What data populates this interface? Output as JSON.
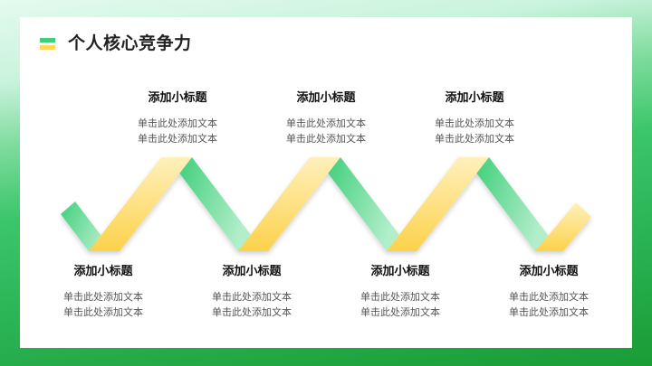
{
  "header": {
    "title": "个人核心竞争力",
    "icon": "two-bar-icon"
  },
  "colors": {
    "green": "#3fcf7a",
    "green_light": "#a6ebc4",
    "yellow": "#fcd95a",
    "yellow_light": "#fff0b8",
    "bg_top": "#e4faef",
    "bg_bottom": "#1a9c35"
  },
  "top_items": [
    {
      "title": "添加小标题",
      "line1": "单击此处添加文本",
      "line2": "单击此处添加文本"
    },
    {
      "title": "添加小标题",
      "line1": "单击此处添加文本",
      "line2": "单击此处添加文本"
    },
    {
      "title": "添加小标题",
      "line1": "单击此处添加文本",
      "line2": "单击此处添加文本"
    }
  ],
  "bottom_items": [
    {
      "title": "添加小标题",
      "line1": "单击此处添加文本",
      "line2": "单击此处添加文本"
    },
    {
      "title": "添加小标题",
      "line1": "单击此处添加文本",
      "line2": "单击此处添加文本"
    },
    {
      "title": "添加小标题",
      "line1": "单击此处添加文本",
      "line2": "单击此处添加文本"
    },
    {
      "title": "添加小标题",
      "line1": "单击此处添加文本",
      "line2": "单击此处添加文本"
    }
  ]
}
